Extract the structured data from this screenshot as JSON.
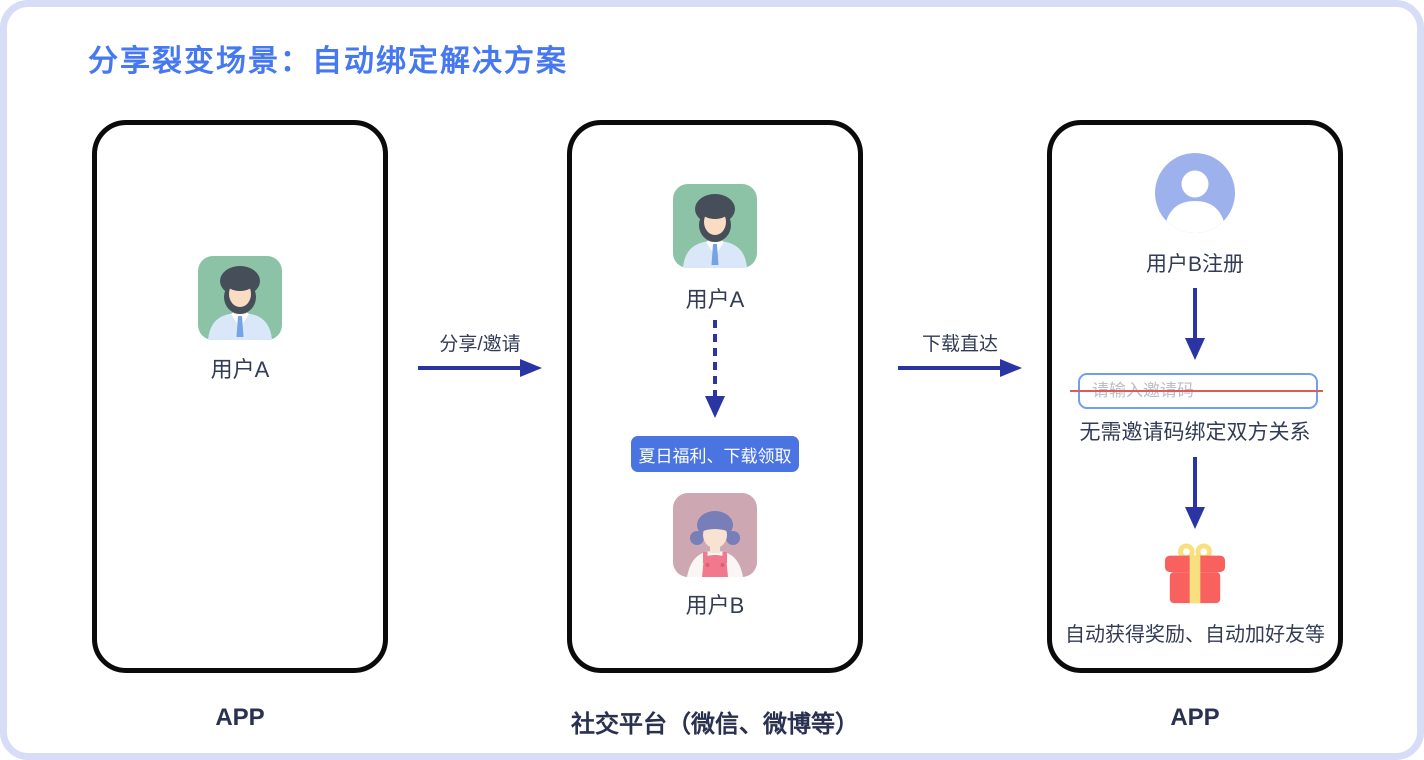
{
  "page": {
    "title": "分享裂变场景：自动绑定解决方案"
  },
  "colors": {
    "title_blue": "#4678F2",
    "frame_border": "#D8DDF7",
    "phone_border": "#0B0B0B",
    "arrow_blue": "#2B34A3",
    "body_text": "#333C55",
    "caption_text": "#2A3150",
    "promo_button_bg": "#4A74E2",
    "input_border": "#6FA0F0",
    "input_placeholder_color": "#B9BFC9",
    "strike_red": "#E05A5A",
    "avatar_a_bg": "#8CC3A7",
    "avatar_b_bg": "#CDA7B1",
    "user_silhouette_blue": "#9DB2EC",
    "gift_red": "#F9615F",
    "gift_yellow": "#F9E07E"
  },
  "panels": {
    "left": {
      "caption": "APP",
      "user_a_label": "用户A"
    },
    "middle": {
      "caption": "社交平台（微信、微博等）",
      "user_a_label": "用户A",
      "promo_button_label": "夏日福利、下载领取",
      "user_b_label": "用户B"
    },
    "right": {
      "caption": "APP",
      "register_label": "用户B注册",
      "invite_input_placeholder": "请输入邀请码",
      "no_code_label": "无需邀请码绑定双方关系",
      "reward_label": "自动获得奖励、自动加好友等"
    }
  },
  "arrows": {
    "share": {
      "label": "分享/邀请"
    },
    "download": {
      "label": "下载直达"
    }
  }
}
